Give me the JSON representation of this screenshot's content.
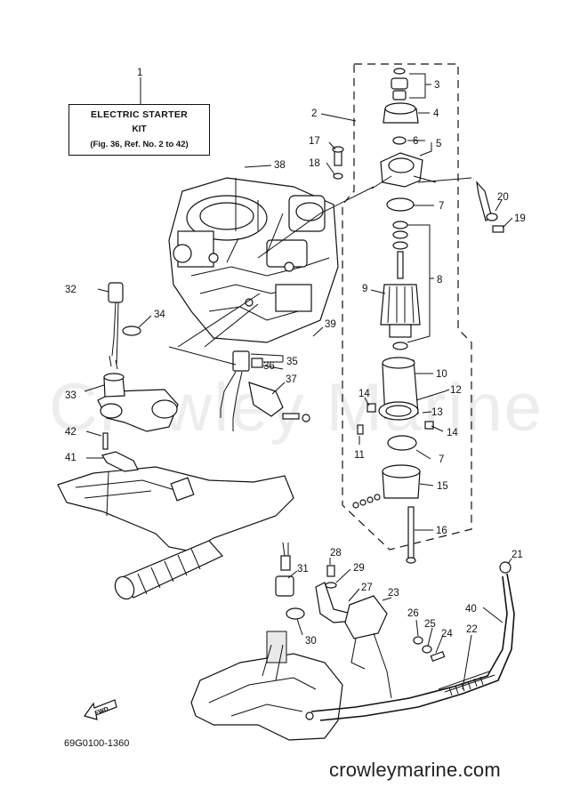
{
  "kit_label": {
    "line1": "ELECTRIC STARTER",
    "line2": "KIT",
    "line3": "(Fig. 36, Ref. No. 2 to 42)"
  },
  "diagram_code": "69G0100-1360",
  "footer_site": "crowleymarine.com",
  "watermark": "Crowley Marine",
  "direction_arrow": "FWD",
  "callouts": {
    "c1": "1",
    "c2": "2",
    "c3": "3",
    "c4": "4",
    "c5": "5",
    "c6": "6",
    "c7a": "7",
    "c7b": "7",
    "c8": "8",
    "c9": "9",
    "c10": "10",
    "c11": "11",
    "c12": "12",
    "c13": "13",
    "c14a": "14",
    "c14b": "14",
    "c15": "15",
    "c16": "16",
    "c17": "17",
    "c18": "18",
    "c19": "19",
    "c20": "20",
    "c21": "21",
    "c22": "22",
    "c23": "23",
    "c24": "24",
    "c25": "25",
    "c26": "26",
    "c27": "27",
    "c28": "28",
    "c29": "29",
    "c30": "30",
    "c31": "31",
    "c32": "32",
    "c33": "33",
    "c34": "34",
    "c35": "35",
    "c36": "36",
    "c37": "37",
    "c38": "38",
    "c39": "39",
    "c40": "40",
    "c41": "41",
    "c42": "42"
  }
}
